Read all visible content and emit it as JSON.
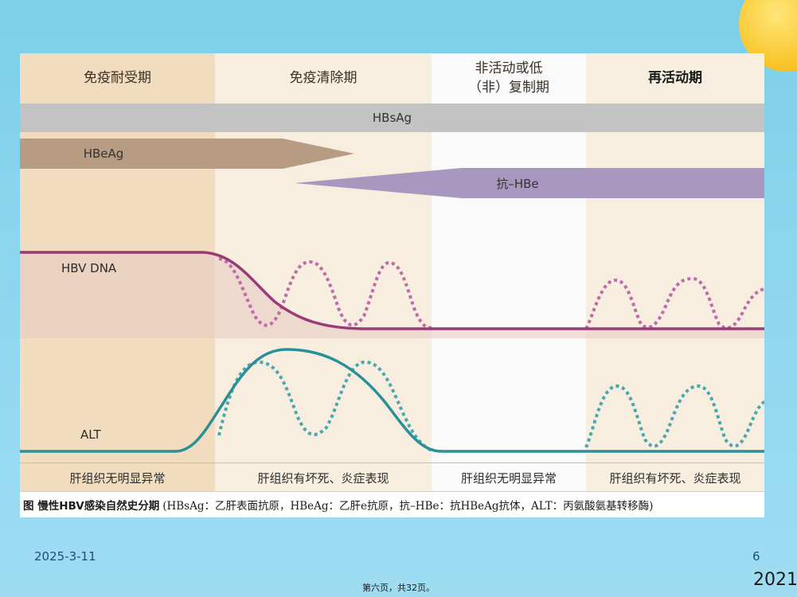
{
  "phases": [
    {
      "title": "免疫耐受期",
      "bg": "#f2dcc0"
    },
    {
      "title": "免疫清除期",
      "bg": "#f8eedf"
    },
    {
      "title": "非活动或低\n（非）复制期",
      "bg": "#fbfafa"
    },
    {
      "title": "再活动期",
      "bg": "#f8eedf"
    }
  ],
  "bands": {
    "hbsag": "HBsAg",
    "hbeag": "HBeAg",
    "anti_hbe": "抗–HBe"
  },
  "curves": {
    "hbv_dna_label": "HBV DNA",
    "alt_label": "ALT"
  },
  "colors": {
    "hbv_dna": "#9b3b76",
    "hbv_dna_dotted": "#c06aaa",
    "alt": "#2b8f98",
    "alt_dotted": "#4aa7ad",
    "hbsag_band": "#c3c3c3",
    "hbeag_band": "#b79b83",
    "anti_hbe_band": "#a897bf"
  },
  "tissue": [
    "肝组织无明显异常",
    "肝组织有坏死、炎症表现",
    "肝组织无明显异常",
    "肝组织有坏死、炎症表现"
  ],
  "caption": {
    "lead": "图 慢性HBV感染自然史分期",
    "body": "(HBsAg：乙肝表面抗原，HBeAg：乙肝e抗原，抗–HBe：抗HBeAg抗体，ALT：丙氨酸氨基转移酶)"
  },
  "footer": {
    "date": "2025-3-11",
    "page": "6",
    "page_info": "第六页，共32页。",
    "year": "2021"
  }
}
